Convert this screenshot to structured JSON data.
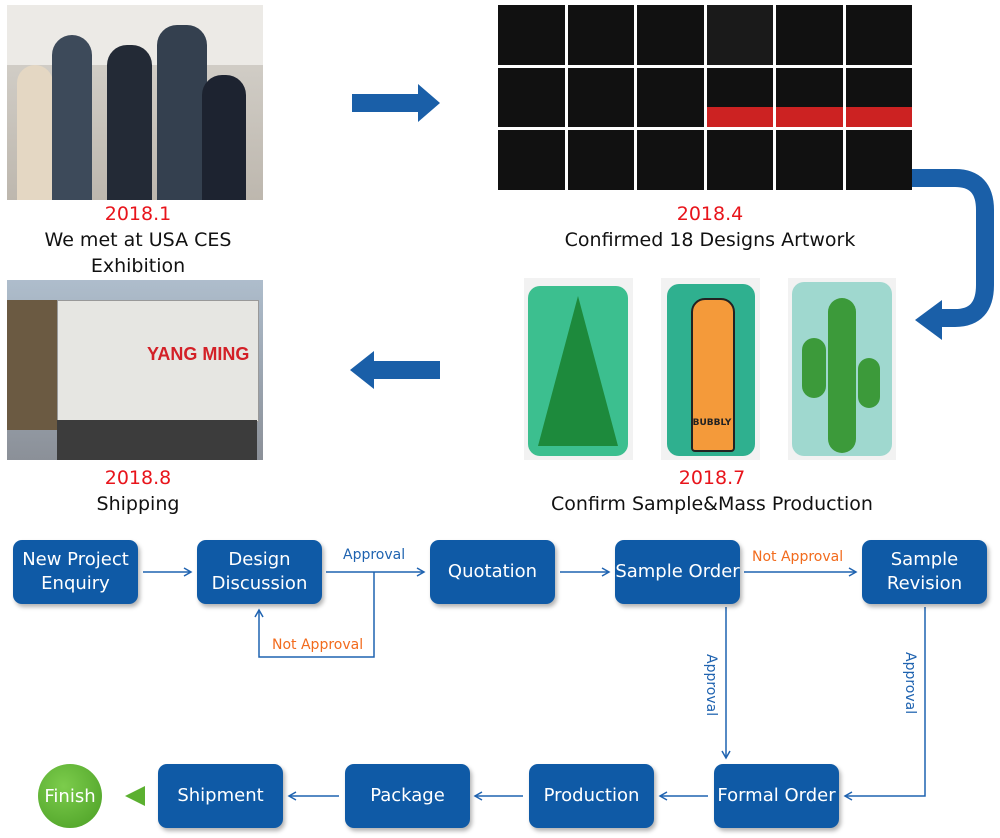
{
  "timeline": [
    {
      "date": "2018.1",
      "caption": "We met at USA CES Exhibition"
    },
    {
      "date": "2018.4",
      "caption": "Confirmed 18 Designs Artwork"
    },
    {
      "date": "2018.7",
      "caption": "Confirm Sample&Mass Production"
    },
    {
      "date": "2018.8",
      "caption": "Shipping"
    }
  ],
  "photo_text": {
    "container_brand": "YANG MING",
    "bottle_label": "BUBBLY"
  },
  "flow": {
    "new_project": "New Project Enquiry",
    "design": "Design Discussion",
    "quotation": "Quotation",
    "sample_order": "Sample Order",
    "sample_revision": "Sample Revision",
    "formal_order": "Formal Order",
    "production": "Production",
    "package": "Package",
    "shipment": "Shipment",
    "finish": "Finish"
  },
  "edge_labels": {
    "approval": "Approval",
    "not_approval": "Not Approval"
  },
  "colors": {
    "box": "#0f5aa6",
    "arrow": "#1f63b0",
    "date": "#e8141b",
    "not_approval": "#f26b1d",
    "finish": "#5bb030",
    "big_arrow": "#1a5fa8"
  }
}
